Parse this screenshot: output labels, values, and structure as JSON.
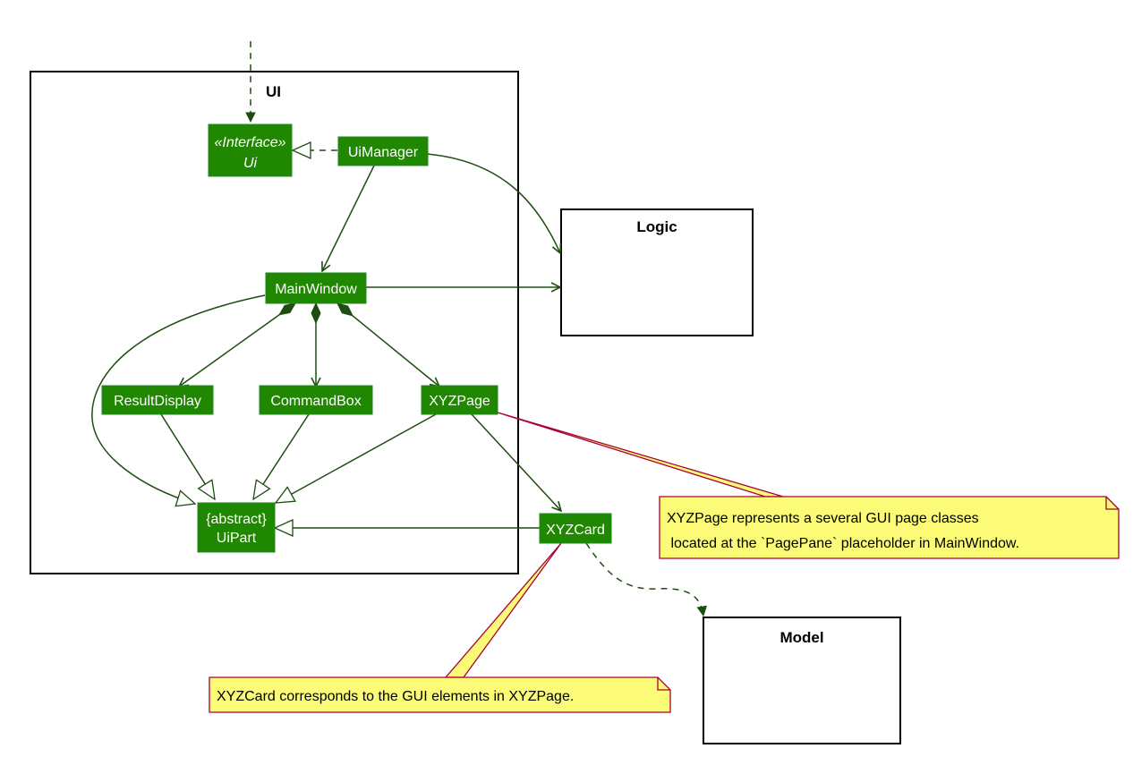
{
  "colors": {
    "class_fill": "#1F8700",
    "class_border": "#228B22",
    "arrow": "#1E4D12",
    "note_fill": "#FBFB77",
    "note_border": "#A80036",
    "package_border": "#000000"
  },
  "packages": {
    "ui": "UI",
    "logic": "Logic",
    "model": "Model"
  },
  "classes": {
    "ui_interface": {
      "stereotype": "«Interface»",
      "name": "Ui"
    },
    "ui_manager": "UiManager",
    "main_window": "MainWindow",
    "result_display": "ResultDisplay",
    "command_box": "CommandBox",
    "xyz_page": "XYZPage",
    "ui_part": {
      "stereotype": "{abstract}",
      "name": "UiPart"
    },
    "xyz_card": "XYZCard"
  },
  "notes": {
    "xyz_page_note": {
      "line1": "XYZPage represents a several GUI page classes",
      "line2": " located at the `PagePane` placeholder in MainWindow."
    },
    "xyz_card_note": {
      "line1": "XYZCard corresponds to the GUI elements in XYZPage."
    }
  }
}
